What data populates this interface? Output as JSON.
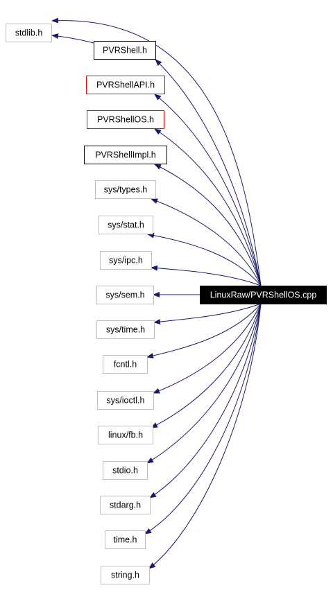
{
  "colors": {
    "edge": "#191970",
    "border_default": "#bfbfbf",
    "border_black": "#000000",
    "border_red": "#ff0000",
    "root_fill": "#000000",
    "root_text": "#ffffff",
    "text": "#000000"
  },
  "root": {
    "label": "LinuxRaw/PVRShellOS.cpp"
  },
  "nodes": [
    {
      "id": "stdlib",
      "label": "stdlib.h",
      "border": "default"
    },
    {
      "id": "pvrshell",
      "label": "PVRShell.h",
      "border": "black"
    },
    {
      "id": "pvrshellapi",
      "label": "PVRShellAPI.h",
      "border": "red"
    },
    {
      "id": "pvrshellos",
      "label": "PVRShellOS.h",
      "border": "red"
    },
    {
      "id": "pvrshellimpl",
      "label": "PVRShellImpl.h",
      "border": "black"
    },
    {
      "id": "systypes",
      "label": "sys/types.h",
      "border": "default"
    },
    {
      "id": "sysstat",
      "label": "sys/stat.h",
      "border": "default"
    },
    {
      "id": "sysipc",
      "label": "sys/ipc.h",
      "border": "default"
    },
    {
      "id": "syssem",
      "label": "sys/sem.h",
      "border": "default"
    },
    {
      "id": "systime",
      "label": "sys/time.h",
      "border": "default"
    },
    {
      "id": "fcntl",
      "label": "fcntl.h",
      "border": "default"
    },
    {
      "id": "sysioctl",
      "label": "sys/ioctl.h",
      "border": "default"
    },
    {
      "id": "linuxfb",
      "label": "linux/fb.h",
      "border": "default"
    },
    {
      "id": "stdio",
      "label": "stdio.h",
      "border": "default"
    },
    {
      "id": "stdarg",
      "label": "stdarg.h",
      "border": "default"
    },
    {
      "id": "time",
      "label": "time.h",
      "border": "default"
    },
    {
      "id": "string",
      "label": "string.h",
      "border": "default"
    }
  ],
  "edges": [
    {
      "from": "root",
      "to": "stdlib"
    },
    {
      "from": "pvrshell",
      "to": "stdlib"
    },
    {
      "from": "root",
      "to": "pvrshell"
    },
    {
      "from": "root",
      "to": "pvrshellapi"
    },
    {
      "from": "root",
      "to": "pvrshellos"
    },
    {
      "from": "root",
      "to": "pvrshellimpl"
    },
    {
      "from": "root",
      "to": "systypes"
    },
    {
      "from": "root",
      "to": "sysstat"
    },
    {
      "from": "root",
      "to": "sysipc"
    },
    {
      "from": "root",
      "to": "syssem"
    },
    {
      "from": "root",
      "to": "systime"
    },
    {
      "from": "root",
      "to": "fcntl"
    },
    {
      "from": "root",
      "to": "sysioctl"
    },
    {
      "from": "root",
      "to": "linuxfb"
    },
    {
      "from": "root",
      "to": "stdio"
    },
    {
      "from": "root",
      "to": "stdarg"
    },
    {
      "from": "root",
      "to": "time"
    },
    {
      "from": "root",
      "to": "string"
    }
  ]
}
